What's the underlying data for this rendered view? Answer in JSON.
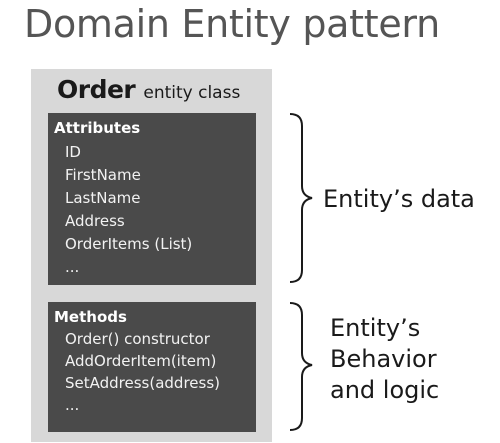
{
  "title": "Domain Entity pattern",
  "entity": {
    "name": "Order",
    "subtitle": "entity class"
  },
  "attributes": {
    "heading": "Attributes",
    "items": [
      "ID",
      "FirstName",
      "LastName",
      "Address",
      "OrderItems (List)",
      "..."
    ]
  },
  "methods": {
    "heading": "Methods",
    "items": [
      "Order() constructor",
      "AddOrderItem(item)",
      "SetAddress(address)",
      "..."
    ]
  },
  "labels": {
    "data": "Entity’s data",
    "behavior_lines": [
      "Entity’s",
      "Behavior",
      "and logic"
    ]
  },
  "colors": {
    "outer_box": "#d8d8d8",
    "panel": "#4a4a4a",
    "title_text": "#555555"
  }
}
